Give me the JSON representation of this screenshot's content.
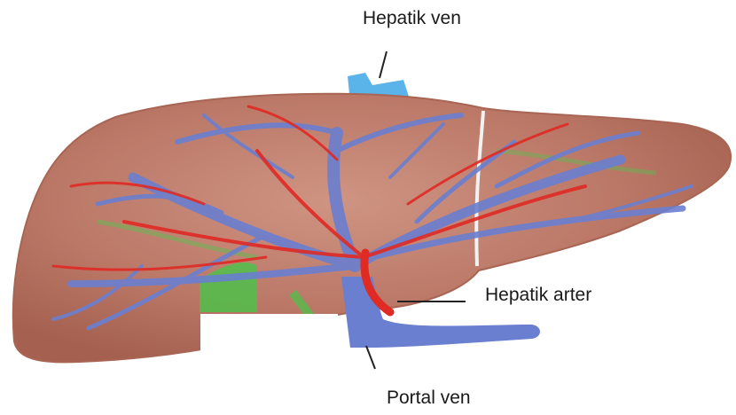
{
  "labels": {
    "hepatic_vein": "Hepatik ven",
    "hepatic_artery": "Hepatik arter",
    "portal_vein": "Portal ven"
  },
  "colors": {
    "liver": "#b97562",
    "liver_edge": "#a86553",
    "vein": "#6a7fd0",
    "artery": "#e02a24",
    "hepatic_vein": "#5ab4ea",
    "bile_duct": "#4fc04a",
    "lobe_divider": "#f2f2f2"
  }
}
